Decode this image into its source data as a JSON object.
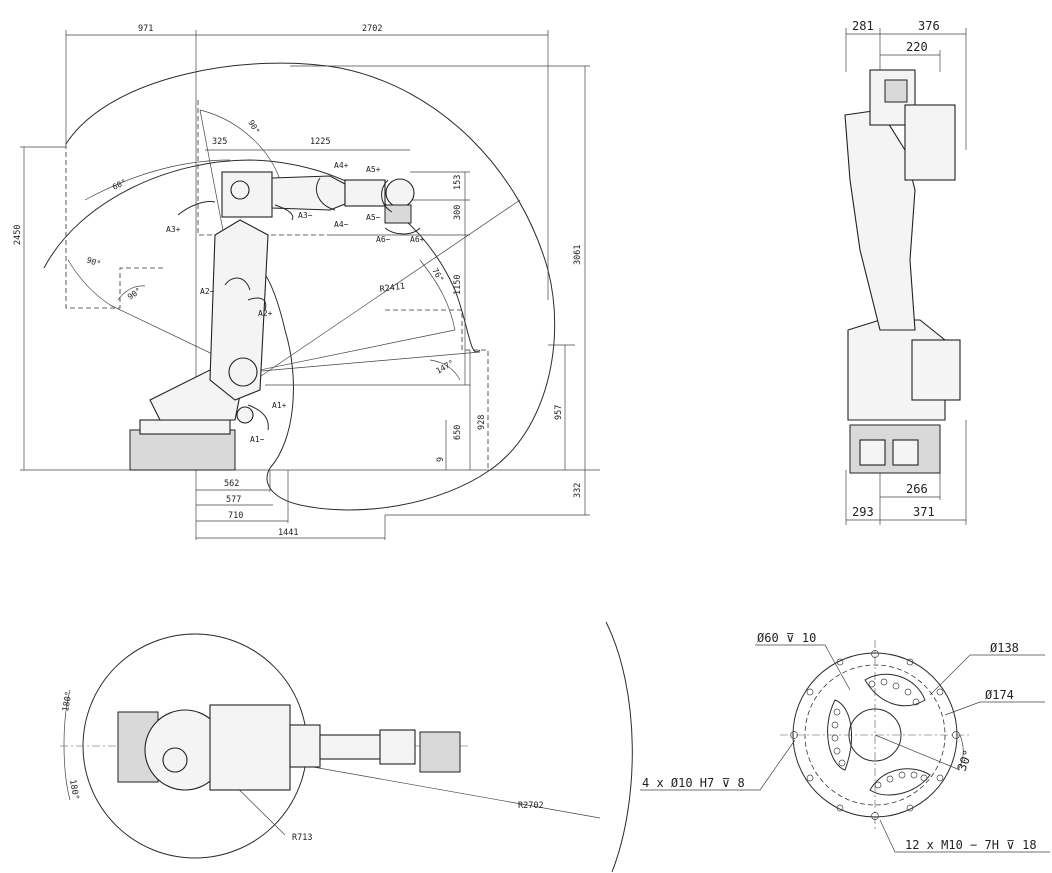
{
  "side_view": {
    "dimensions": {
      "top_971": "971",
      "top_2702": "2702",
      "d325": "325",
      "d1225": "1225",
      "d153": "153",
      "d300": "300",
      "d1150": "1150",
      "d650": "650",
      "d928": "928",
      "d957": "957",
      "d3061": "3061",
      "d2450": "2450",
      "d9": "9",
      "d332": "332",
      "d562": "562",
      "d577": "577",
      "d710": "710",
      "d1441": "1441",
      "radius": "R2411"
    },
    "angles": {
      "a90_top": "90°",
      "a60": "60°",
      "a90_left": "90°",
      "a90_inner": "90°",
      "a76": "76°",
      "a147": "147°"
    },
    "axes": {
      "a1_plus": "A1+",
      "a1_minus": "A1−",
      "a2_plus": "A2+",
      "a2_minus": "A2−",
      "a3_plus": "A3+",
      "a3_minus": "A3−",
      "a4_plus": "A4+",
      "a4_minus": "A4−",
      "a5_plus": "A5+",
      "a5_minus": "A5−",
      "a6_plus": "A6+",
      "a6_minus": "A6−"
    }
  },
  "front_view": {
    "dimensions": {
      "d281": "281",
      "d376": "376",
      "d220": "220",
      "d266": "266",
      "d293": "293",
      "d371": "371"
    }
  },
  "top_view": {
    "labels": {
      "a180_top": "180°",
      "a180_bottom": "180°",
      "radius_large": "R2702",
      "radius_small": "R713"
    }
  },
  "flange": {
    "labels": {
      "bore": "Ø60 ⊽ 10",
      "d138": "Ø138",
      "d174": "Ø174",
      "holes": "4 x Ø10 H7 ⊽ 8",
      "threads": "12 x M10 − 7H ⊽ 18",
      "angle": "30°"
    }
  }
}
